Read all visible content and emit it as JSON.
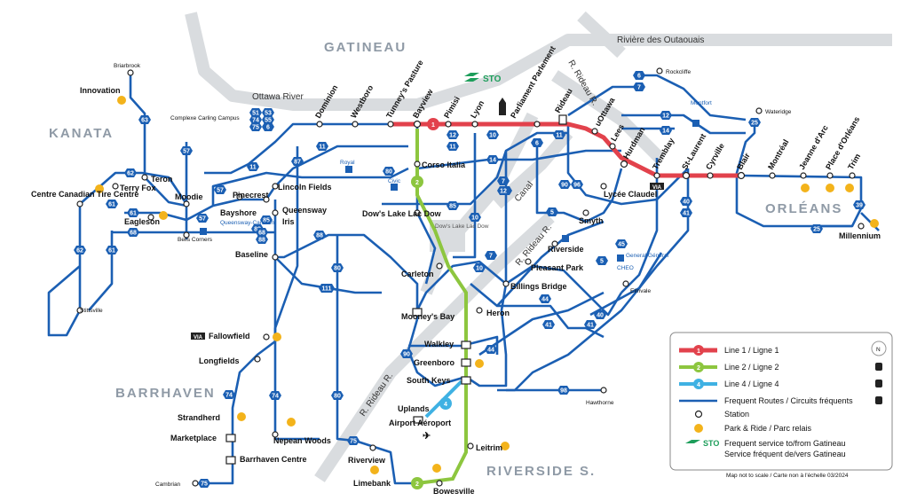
{
  "regions": {
    "gatineau": "GATINEAU",
    "kanata": "KANATA",
    "barrhaven": "BARRHAVEN",
    "orleans": "ORLÉANS",
    "riverside_s": "RIVERSIDE S."
  },
  "waterways": {
    "ottawa_river": "Ottawa River",
    "riviere_outaouais": "Rivière des Outaouais",
    "rideau_river_north": "R. Rideau R.",
    "rideau_river_mid": "R. Rideau R.",
    "rideau_river_south": "R. Rideau R.",
    "canal": "Canal"
  },
  "stations": {
    "briarbrook": "Briarbrook",
    "innovation": "Innovation",
    "complex_carling": "Complexe Carling Campus",
    "centre_canadian_tire": "Centre Canadian Tire Centre",
    "terry_fox": "Terry Fox",
    "teron": "Teron",
    "eagleson": "Eagleson",
    "moodie": "Moodie",
    "bells_corners": "Bells Corners",
    "stittsville": "Stittsville",
    "bayshore": "Bayshore",
    "queensway_carleton": "Queensway-Carleton",
    "pinecrest": "Pinecrest",
    "lincoln_fields": "Lincoln Fields",
    "queensway": "Queensway",
    "iris": "Iris",
    "baseline": "Baseline",
    "dominion": "Dominion",
    "westboro": "Westboro",
    "tunneys": "Tunney's Pasture",
    "bayview": "Bayview",
    "pimisi": "Pimisi",
    "lyon": "Lyon",
    "parliament": "Parliament Parlement",
    "rideau": "Rideau",
    "uottawa": "uOttawa",
    "lees": "Lees",
    "hurdman": "Hurdman",
    "tremblay": "Tremblay",
    "st_laurent": "St-Laurent",
    "cyrville": "Cyrville",
    "blair": "Blair",
    "montreal": "Montréal",
    "jeanne_darc": "Jeanne d'Arc",
    "place_orleans": "Place d'Orléans",
    "trim": "Trim",
    "millennium": "Millennium",
    "rockcliffe": "Rockcliffe",
    "montfort": "Montfort",
    "wateridge": "Wateridge",
    "corso_italia": "Corso Italia",
    "royal": "Royal",
    "civic": "Civic",
    "dows_lake": "Dow's Lake Lac Dow",
    "dows_lake_small": "Dow's Lake Lac Dow",
    "carleton": "Carleton",
    "lycee_claudel": "Lycée Claudel",
    "smyth": "Smyth",
    "riverside": "Riverside",
    "pleasant_park": "Pleasant Park",
    "billings_bridge": "Billings Bridge",
    "general": "General Général",
    "cheo": "CHEO",
    "elmvale": "Elmvale",
    "mooneys_bay": "Mooney's Bay",
    "heron": "Heron",
    "walkley": "Walkley",
    "greenboro": "Greenboro",
    "south_keys": "South Keys",
    "uplands": "Uplands",
    "airport": "Airport Aéroport",
    "hawthorne": "Hawthorne",
    "leitrim": "Leitrim",
    "limebank": "Limebank",
    "bowesville": "Bowesville",
    "fallowfield": "Fallowfield",
    "longfields": "Longfields",
    "strandherd": "Strandherd",
    "marketplace": "Marketplace",
    "barrhaven_centre": "Barrhaven Centre",
    "nepean_woods": "Nepean Woods",
    "riverview": "Riverview",
    "cambrian": "Cambrian"
  },
  "route_badges": [
    "6",
    "7",
    "63",
    "57",
    "62",
    "61",
    "68",
    "61",
    "62",
    "61",
    "11",
    "85",
    "57",
    "87",
    "88",
    "88",
    "68",
    "12",
    "11",
    "11",
    "80",
    "10",
    "85",
    "14",
    "6",
    "7",
    "11",
    "12",
    "14",
    "40",
    "41",
    "25",
    "25",
    "39",
    "88",
    "80",
    "111",
    "10",
    "7",
    "5",
    "90",
    "80",
    "74",
    "75",
    "74",
    "75",
    "98",
    "44",
    "41",
    "40",
    "41",
    "44",
    "45",
    "5",
    "10",
    "90",
    "96",
    "57",
    "51",
    "53",
    "74",
    "55",
    "75",
    "6",
    "7",
    "12"
  ],
  "lrt_lines": [
    {
      "num": "1",
      "color": "#e2424c"
    },
    {
      "num": "2",
      "color": "#8dc63f"
    },
    {
      "num": "4",
      "color": "#3fb1e3"
    }
  ],
  "sto": {
    "label": "STO",
    "color": "#1e9e5b"
  },
  "via": "VIA",
  "legend": {
    "line1": "Line 1 / Ligne 1",
    "line2": "Line 2 / Ligne 2",
    "line4": "Line 4 / Ligne 4",
    "frequent": "Frequent Routes / Circuits fréquents",
    "station": "Station",
    "park_ride": "Park & Ride / Parc relais",
    "sto_line1": "Frequent service to/from Gatineau",
    "sto_line2": "Service fréquent de/vers Gatineau"
  },
  "footnote": "Map not to scale / Carte non à l'échelle 03/2024",
  "compass": "N",
  "colors": {
    "frequent": "#1b5fb3",
    "line1": "#e2424c",
    "line2": "#8dc63f",
    "line4": "#3fb1e3",
    "park_ride": "#f3b31b",
    "water": "#d9dcdf"
  }
}
